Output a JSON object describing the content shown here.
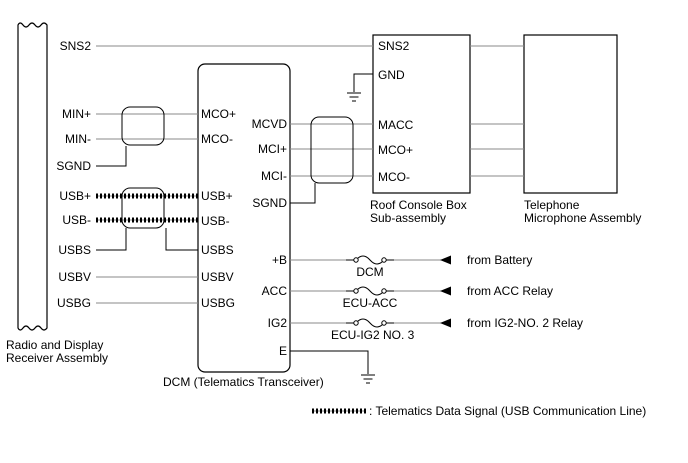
{
  "components": {
    "radio": {
      "label_line1": "Radio and Display",
      "label_line2": "Receiver Assembly"
    },
    "dcm": {
      "label": "DCM (Telematics Transceiver)"
    },
    "roof": {
      "label_line1": "Roof Console Box",
      "label_line2": "Sub-assembly"
    },
    "telephone": {
      "label_line1": "Telephone",
      "label_line2": "Microphone Assembly"
    }
  },
  "radio_terminals": [
    "SNS2",
    "MIN+",
    "MIN-",
    "SGND",
    "USB+",
    "USB-",
    "USBS",
    "USBV",
    "USBG"
  ],
  "dcm_left_terminals": [
    "MCO+",
    "MCO-",
    "USB+",
    "USB-",
    "USBS",
    "USBV",
    "USBG"
  ],
  "dcm_right_terminals": [
    "MCVD",
    "MCI+",
    "MCI-",
    "SGND",
    "+B",
    "ACC",
    "IG2",
    "E"
  ],
  "roof_terminals": [
    "SNS2",
    "GND",
    "MACC",
    "MCO+",
    "MCO-"
  ],
  "fuses": [
    "DCM",
    "ECU-ACC",
    "ECU-IG2 NO. 3"
  ],
  "sources": [
    "from Battery",
    "from ACC Relay",
    "from IG2-NO. 2 Relay"
  ],
  "legend": {
    "text": ": Telematics Data Signal (USB Communication Line)"
  }
}
